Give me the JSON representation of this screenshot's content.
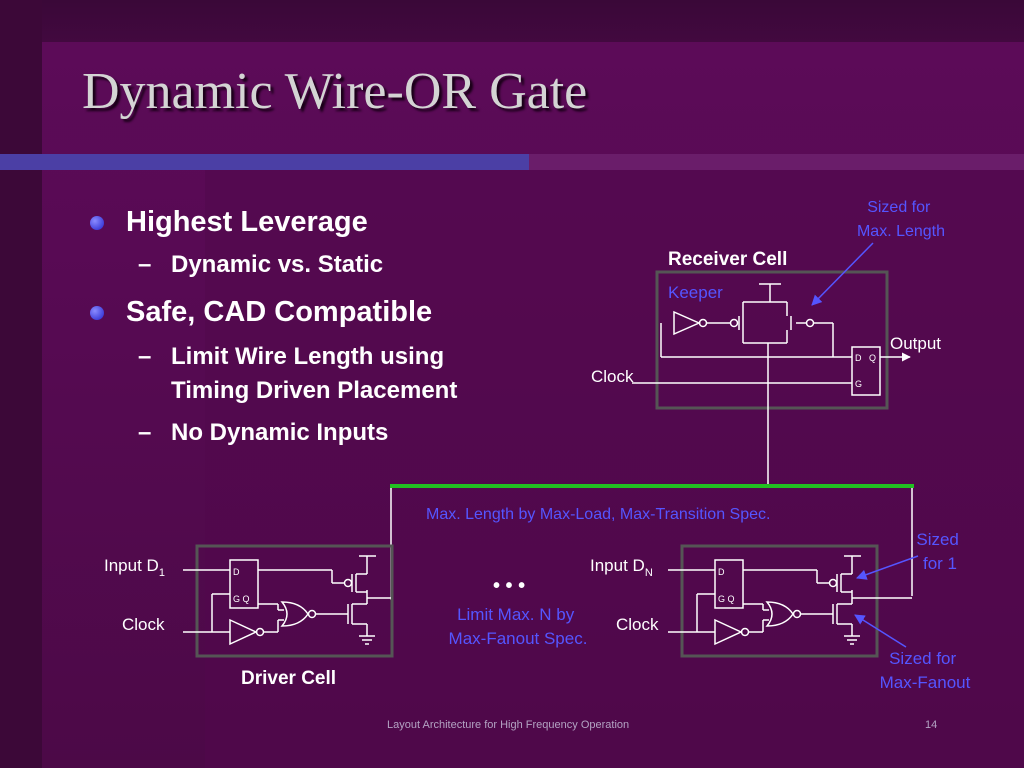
{
  "slide": {
    "title": "Dynamic Wire-OR Gate",
    "bullets": [
      {
        "text": "Highest Leverage",
        "subs": [
          "Dynamic vs. Static"
        ]
      },
      {
        "text": "Safe, CAD Compatible",
        "subs": [
          "Limit Wire Length using Timing Driven Placement",
          "No Dynamic Inputs"
        ]
      }
    ],
    "footer_text": "Layout Architecture for High Frequency Operation",
    "page_number": "14"
  },
  "diagram": {
    "sized_max_length": [
      "Sized for",
      "Max. Length"
    ],
    "receiver_label": "Receiver Cell",
    "keeper_label": "Keeper",
    "output_label": "Output",
    "receiver_clock": "Clock",
    "max_length_spec": "Max. Length by Max-Load, Max-Transition Spec.",
    "sized_for_1": [
      "Sized",
      "for 1"
    ],
    "input_d1_main": "Input D",
    "input_d1_sub": "1",
    "input_dn_main": "Input D",
    "input_dn_sub": "N",
    "clock_label": "Clock",
    "ellipsis": "• • •",
    "limit_n": [
      "Limit Max. N by",
      "Max-Fanout Spec."
    ],
    "driver_label": "Driver Cell",
    "sized_max_fanout": [
      "Sized for",
      "Max-Fanout"
    ],
    "latch_d": "D",
    "latch_q": "Q",
    "latch_g": "G",
    "latch_gq": "G Q"
  },
  "colors": {
    "annotation": "#5555ff",
    "bus": "#22c022",
    "cell_border": "#555555",
    "wire": "#ffffff"
  }
}
